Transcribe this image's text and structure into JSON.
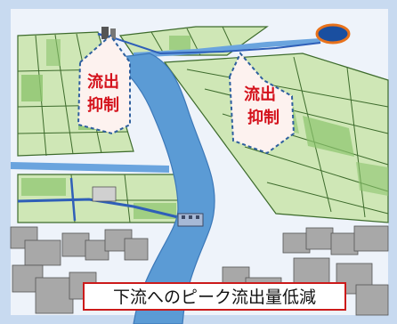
{
  "callouts": [
    {
      "line1": "流出",
      "line2": "抑制"
    },
    {
      "line1": "流出",
      "line2": "抑制"
    }
  ],
  "caption": "下流へのピーク流出量低減",
  "colors": {
    "frame": "#c8daf0",
    "field": "#cfe7b6",
    "field_dark": "#8cc46e",
    "river": "#5b9bd5",
    "river_edge": "#3c78b8",
    "canal": "#2f5fb8",
    "callout_border": "#2e5f9e",
    "callout_text": "#d4121c",
    "caption_border": "#cc1a1a",
    "building": "#9e9e9e",
    "pond": "#1a4fa0",
    "pond_rim": "#e8721c"
  },
  "icons": [
    "pump-station-icon",
    "gate-icon",
    "pond-icon"
  ]
}
